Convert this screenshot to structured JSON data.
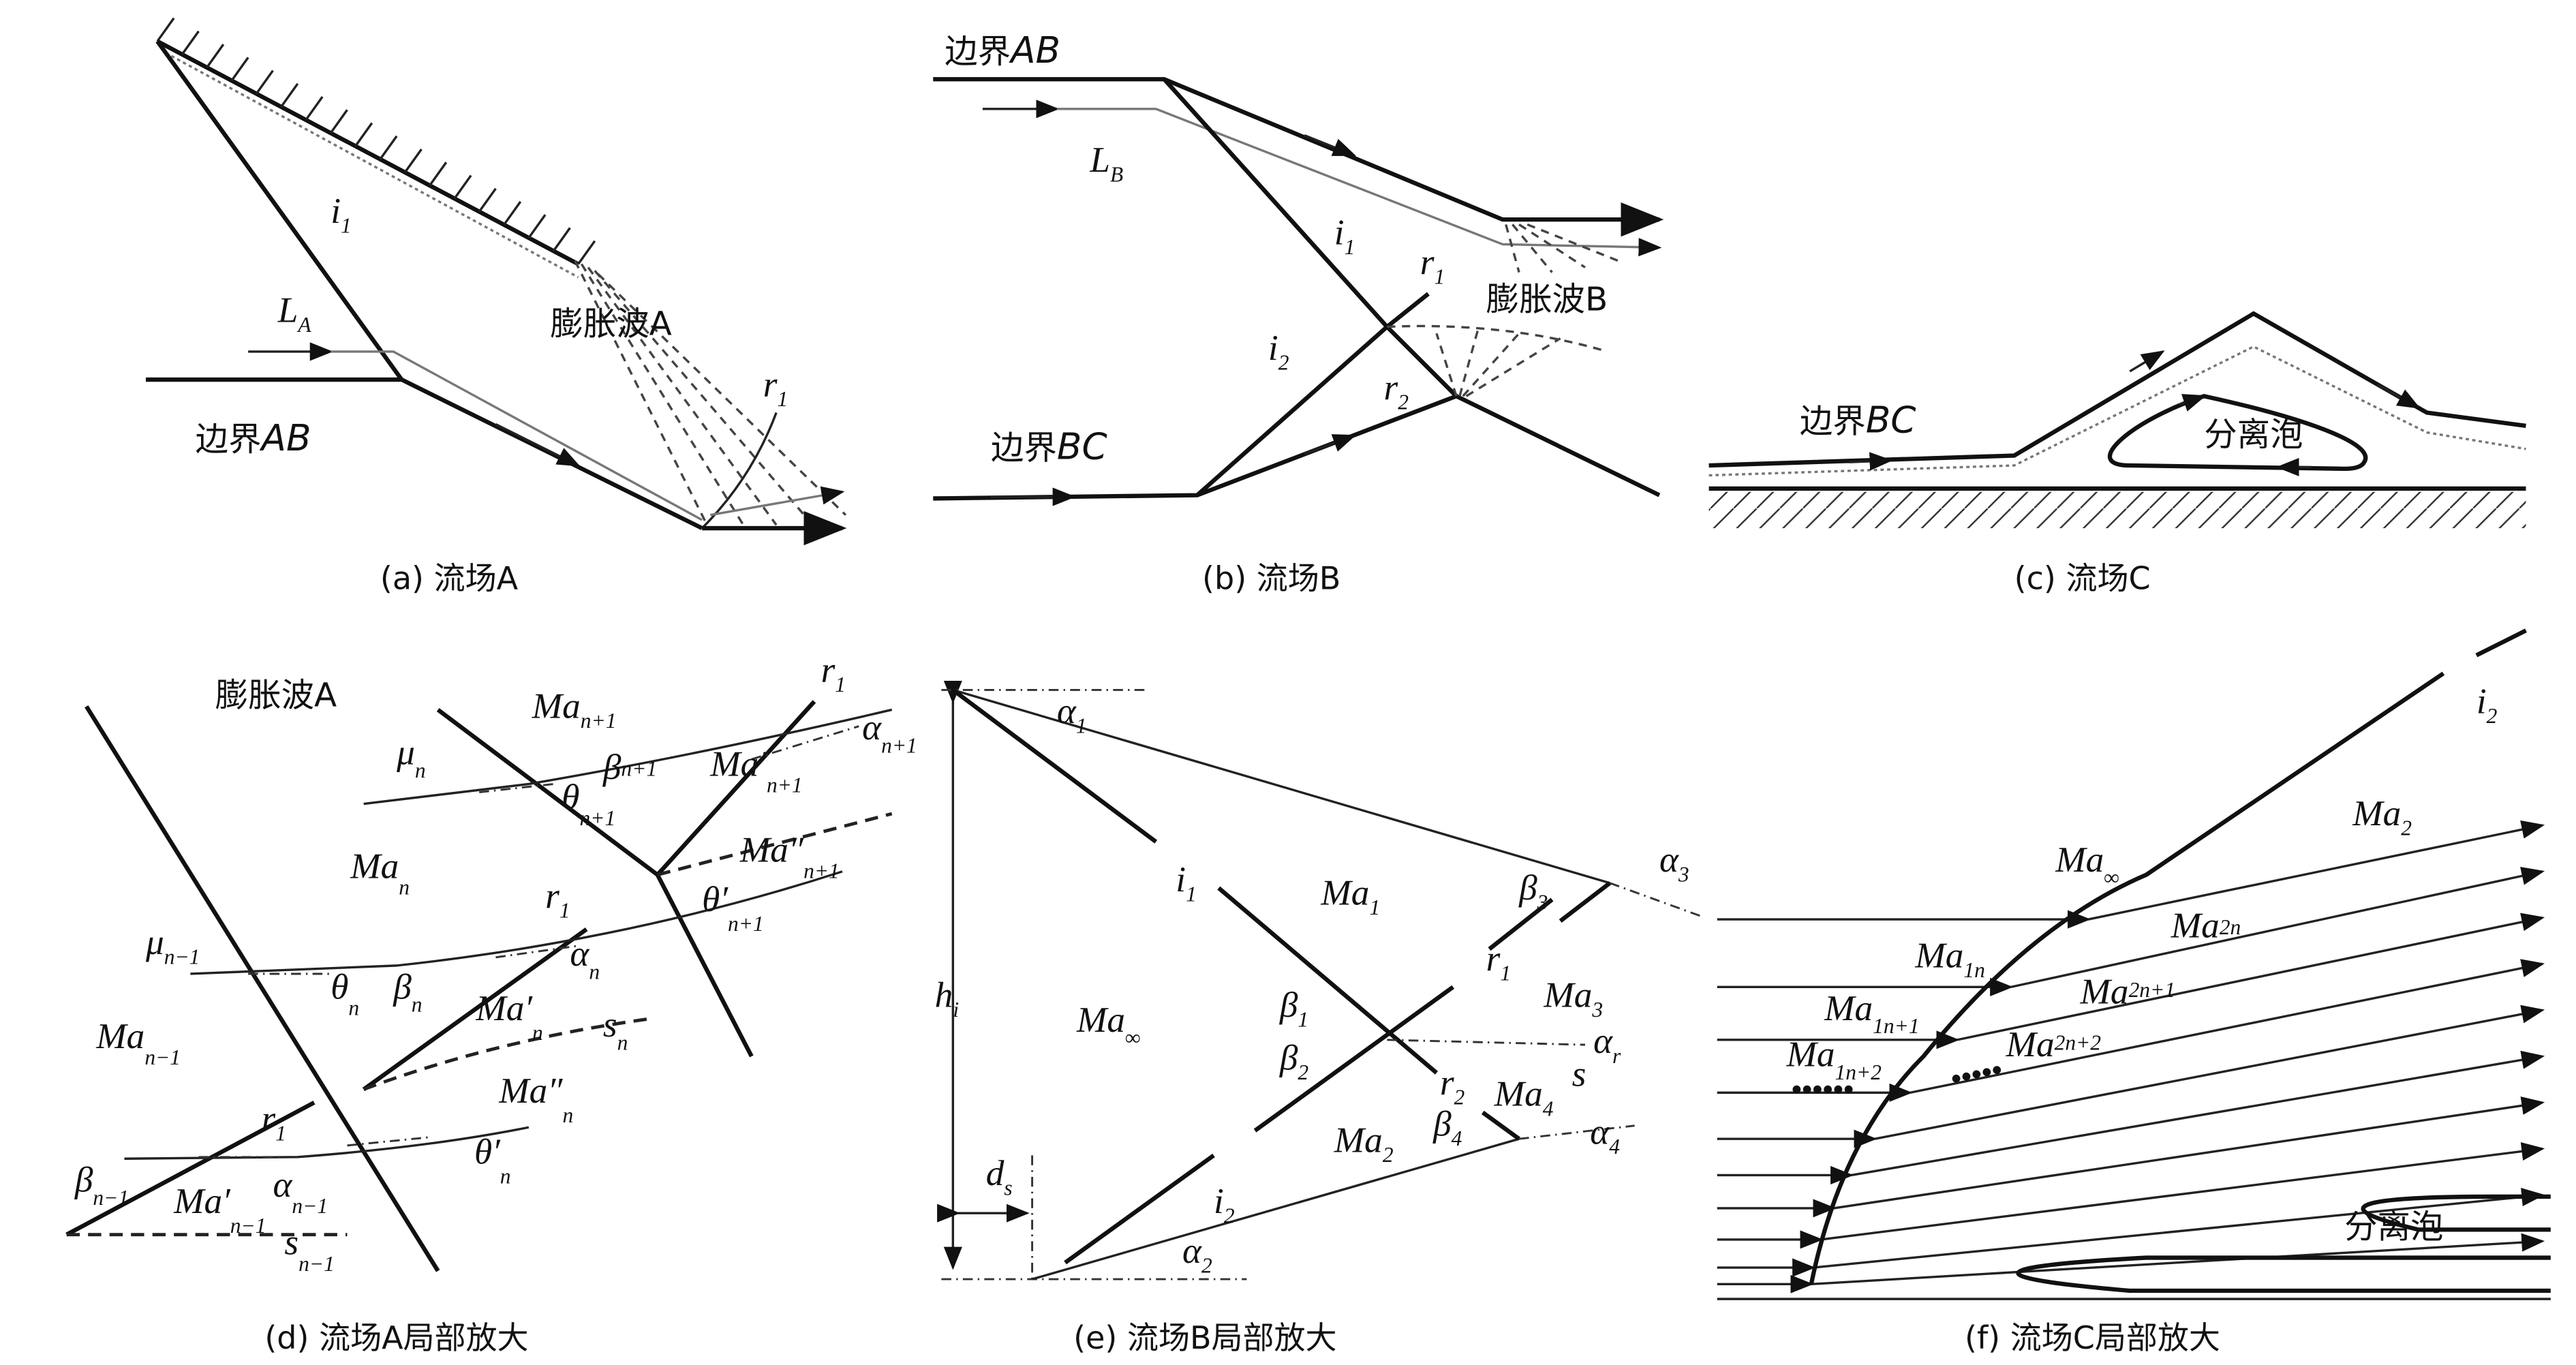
{
  "a": {
    "i1": {
      "t": "i",
      "s": "1"
    },
    "la": {
      "t": "L",
      "s": "A"
    },
    "fan": "膨胀波A",
    "r1": {
      "t": "r",
      "s": "1"
    },
    "bd": {
      "t": "边界",
      "s": "AB"
    },
    "cap": "(a) 流场A"
  },
  "b": {
    "bdab": {
      "t": "边界",
      "s": "AB"
    },
    "lb": {
      "t": "L",
      "s": "B"
    },
    "i1": {
      "t": "i",
      "s": "1"
    },
    "r1": {
      "t": "r",
      "s": "1"
    },
    "fan": "膨胀波B",
    "i2": {
      "t": "i",
      "s": "2"
    },
    "r2": {
      "t": "r",
      "s": "2"
    },
    "bdbc": {
      "t": "边界",
      "s": "BC"
    },
    "cap": "(b) 流场B"
  },
  "c": {
    "bd": {
      "t": "边界",
      "s": "BC"
    },
    "bubble": "分离泡",
    "cap": "(c) 流场C"
  },
  "d": {
    "fan": "膨胀波A",
    "r1a": {
      "t": "r",
      "s": "1"
    },
    "man1": {
      "t": "Ma",
      "s": "n+1"
    },
    "aln1": {
      "t": "α",
      "s": "n+1"
    },
    "mun": {
      "t": "μ",
      "s": "n"
    },
    "thn1": {
      "t": "θ",
      "s": "n+1"
    },
    "ben1": {
      "t": "β",
      "s": "n+1"
    },
    "mapn1": {
      "t": "Ma′",
      "s": "n+1"
    },
    "mappn1": {
      "t": "Ma″",
      "s": "n+1"
    },
    "man": {
      "t": "Ma",
      "s": "n"
    },
    "r1b": {
      "t": "r",
      "s": "1"
    },
    "mun_1": {
      "t": "μ",
      "s": "n−1"
    },
    "thn": {
      "t": "θ",
      "s": "n"
    },
    "ben": {
      "t": "β",
      "s": "n"
    },
    "aln": {
      "t": "α",
      "s": "n"
    },
    "thpn1": {
      "t": "θ′",
      "s": "n+1"
    },
    "mapn": {
      "t": "Ma′",
      "s": "n"
    },
    "sn": {
      "t": "s",
      "s": "n"
    },
    "man_1": {
      "t": "Ma",
      "s": "n−1"
    },
    "mappn": {
      "t": "Ma″",
      "s": "n"
    },
    "r1c": {
      "t": "r",
      "s": "1"
    },
    "ben_1": {
      "t": "β",
      "s": "n−1"
    },
    "mapn_1": {
      "t": "Ma′",
      "s": "n−1"
    },
    "aln_1": {
      "t": "α",
      "s": "n−1"
    },
    "thpn": {
      "t": "θ′",
      "s": "n"
    },
    "sn_1": {
      "t": "s",
      "s": "n−1"
    },
    "cap": "(d) 流场A局部放大"
  },
  "e": {
    "al1": {
      "t": "α",
      "s": "1"
    },
    "i1": {
      "t": "i",
      "s": "1"
    },
    "ma1": {
      "t": "Ma",
      "s": "1"
    },
    "be3": {
      "t": "β",
      "s": "3"
    },
    "al3": {
      "t": "α",
      "s": "3"
    },
    "r1": {
      "t": "r",
      "s": "1"
    },
    "ma3": {
      "t": "Ma",
      "s": "3"
    },
    "hi": {
      "t": "h",
      "s": "i"
    },
    "mainf": {
      "t": "Ma",
      "s": "∞"
    },
    "be1": {
      "t": "β",
      "s": "1"
    },
    "be2": {
      "t": "β",
      "s": "2"
    },
    "alr": {
      "t": "α",
      "s": "r"
    },
    "s": {
      "t": "s",
      "s": ""
    },
    "r2": {
      "t": "r",
      "s": "2"
    },
    "ma4": {
      "t": "Ma",
      "s": "4"
    },
    "be4": {
      "t": "β",
      "s": "4"
    },
    "al4": {
      "t": "α",
      "s": "4"
    },
    "ma2": {
      "t": "Ma",
      "s": "2"
    },
    "i2": {
      "t": "i",
      "s": "2"
    },
    "ds": {
      "t": "d",
      "s": "s"
    },
    "al2": {
      "t": "α",
      "s": "2"
    },
    "cap": "(e) 流场B局部放大"
  },
  "f": {
    "i2": {
      "t": "i",
      "s": "2"
    },
    "ma2": {
      "t": "Ma",
      "s": "2"
    },
    "mainf": {
      "t": "Ma",
      "s": "∞"
    },
    "ma1n": {
      "t": "Ma",
      "s": "1n"
    },
    "ma2n": {
      "t": "Ma",
      "s": "2n"
    },
    "ma1n1": {
      "t": "Ma",
      "s": "1n+1"
    },
    "ma2n1": {
      "t": "Ma",
      "s": "2n+1"
    },
    "ma1n2": {
      "t": "Ma",
      "s": "1n+2"
    },
    "ma2n2": {
      "t": "Ma",
      "s": "2n+2"
    },
    "bubble": "分离泡",
    "cap": "(f) 流场C局部放大"
  }
}
